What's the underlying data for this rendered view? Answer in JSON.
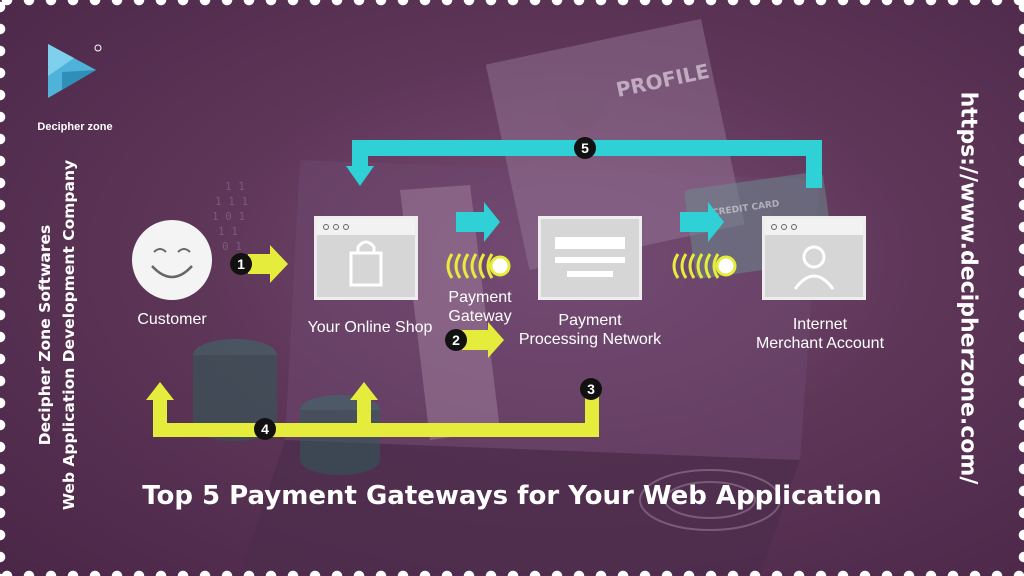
{
  "brand": {
    "name": "Decipher zone"
  },
  "sidebar_left": {
    "line1": "Decipher Zone Softwares",
    "line2": "Web Application Development Company"
  },
  "sidebar_right": {
    "url": "https://www.decipherzone.com/"
  },
  "title": "Top 5 Payment Gateways for Your Web Application",
  "background": {
    "profile_text": "PROFILE",
    "card_text": "CREDIT CARD"
  },
  "nodes": {
    "customer": "Customer",
    "shop": "Your Online Shop",
    "gateway_line1": "Payment",
    "gateway_line2": "Gateway",
    "network_line1": "Payment",
    "network_line2": "Processing Network",
    "merchant_line1": "Internet",
    "merchant_line2": "Merchant Account"
  },
  "steps": [
    "1",
    "2",
    "3",
    "4",
    "5"
  ],
  "colors": {
    "background": "#5e3658",
    "yellow_arrow": "#e6ec3c",
    "cyan_arrow": "#2fd1d7",
    "window": "#d6d6d6",
    "brand": "#4fb3d9"
  }
}
